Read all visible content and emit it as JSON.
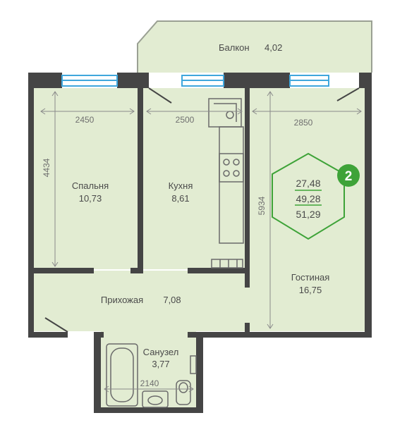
{
  "rooms": {
    "balcony": {
      "name": "Балкон",
      "area": "4,02"
    },
    "bedroom": {
      "name": "Спальня",
      "area": "10,73"
    },
    "kitchen": {
      "name": "Кухня",
      "area": "8,61"
    },
    "living": {
      "name": "Гостиная",
      "area": "16,75"
    },
    "hallway": {
      "name": "Прихожая",
      "area": "7,08"
    },
    "bathroom": {
      "name": "Санузел",
      "area": "3,77"
    }
  },
  "dimensions": {
    "bedroom_width": "2450",
    "kitchen_width": "2500",
    "living_width": "2850",
    "bedroom_depth": "4434",
    "living_depth": "5934",
    "bathroom_width": "2140"
  },
  "badge": {
    "room_count": "2",
    "area_living": "27,48",
    "area_total": "49,28",
    "area_total_balcony": "51,29",
    "accent_color": "#3ea338"
  },
  "colors": {
    "floor": "#e2ecd2",
    "wall": "#454545",
    "window": "#3fa7dc"
  }
}
